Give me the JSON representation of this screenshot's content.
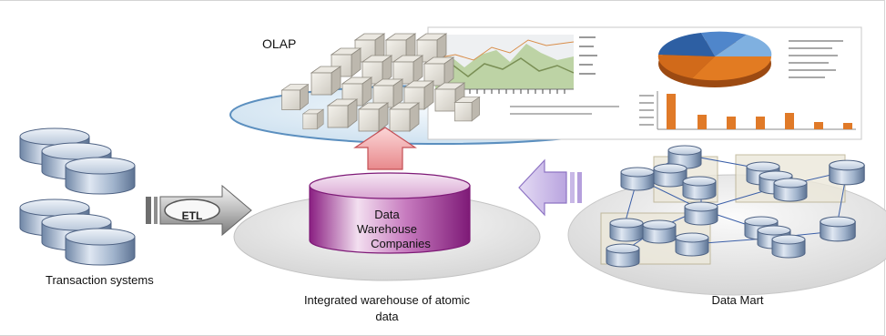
{
  "diagram": {
    "olap_label": "OLAP",
    "etl_label": "ETL",
    "warehouse_cylinder": {
      "line1": "Data",
      "line2": "Warehouse",
      "line3": "Companies"
    },
    "transaction_label": "Transaction systems",
    "warehouse_label_line1": "Integrated warehouse of atomic",
    "warehouse_label_line2": "data",
    "data_mart_label": "Data Mart"
  },
  "colors": {
    "cylinder_purple": "#9a2e92",
    "upload_arrow_pink": "#f0a6a8",
    "datamart_arrow_lilac": "#c9b8e8",
    "disk_blue": "#8ea3bf",
    "bar_orange": "#e07a28",
    "platter_blue": "#b8d4ea"
  },
  "icons": {
    "transaction_disks": "disk-stack-icon",
    "olap_cube": "cube-icon",
    "etl_arrow": "right-arrow-icon",
    "upload_arrow": "up-arrow-icon",
    "merge_arrow": "left-arrow-icon"
  }
}
